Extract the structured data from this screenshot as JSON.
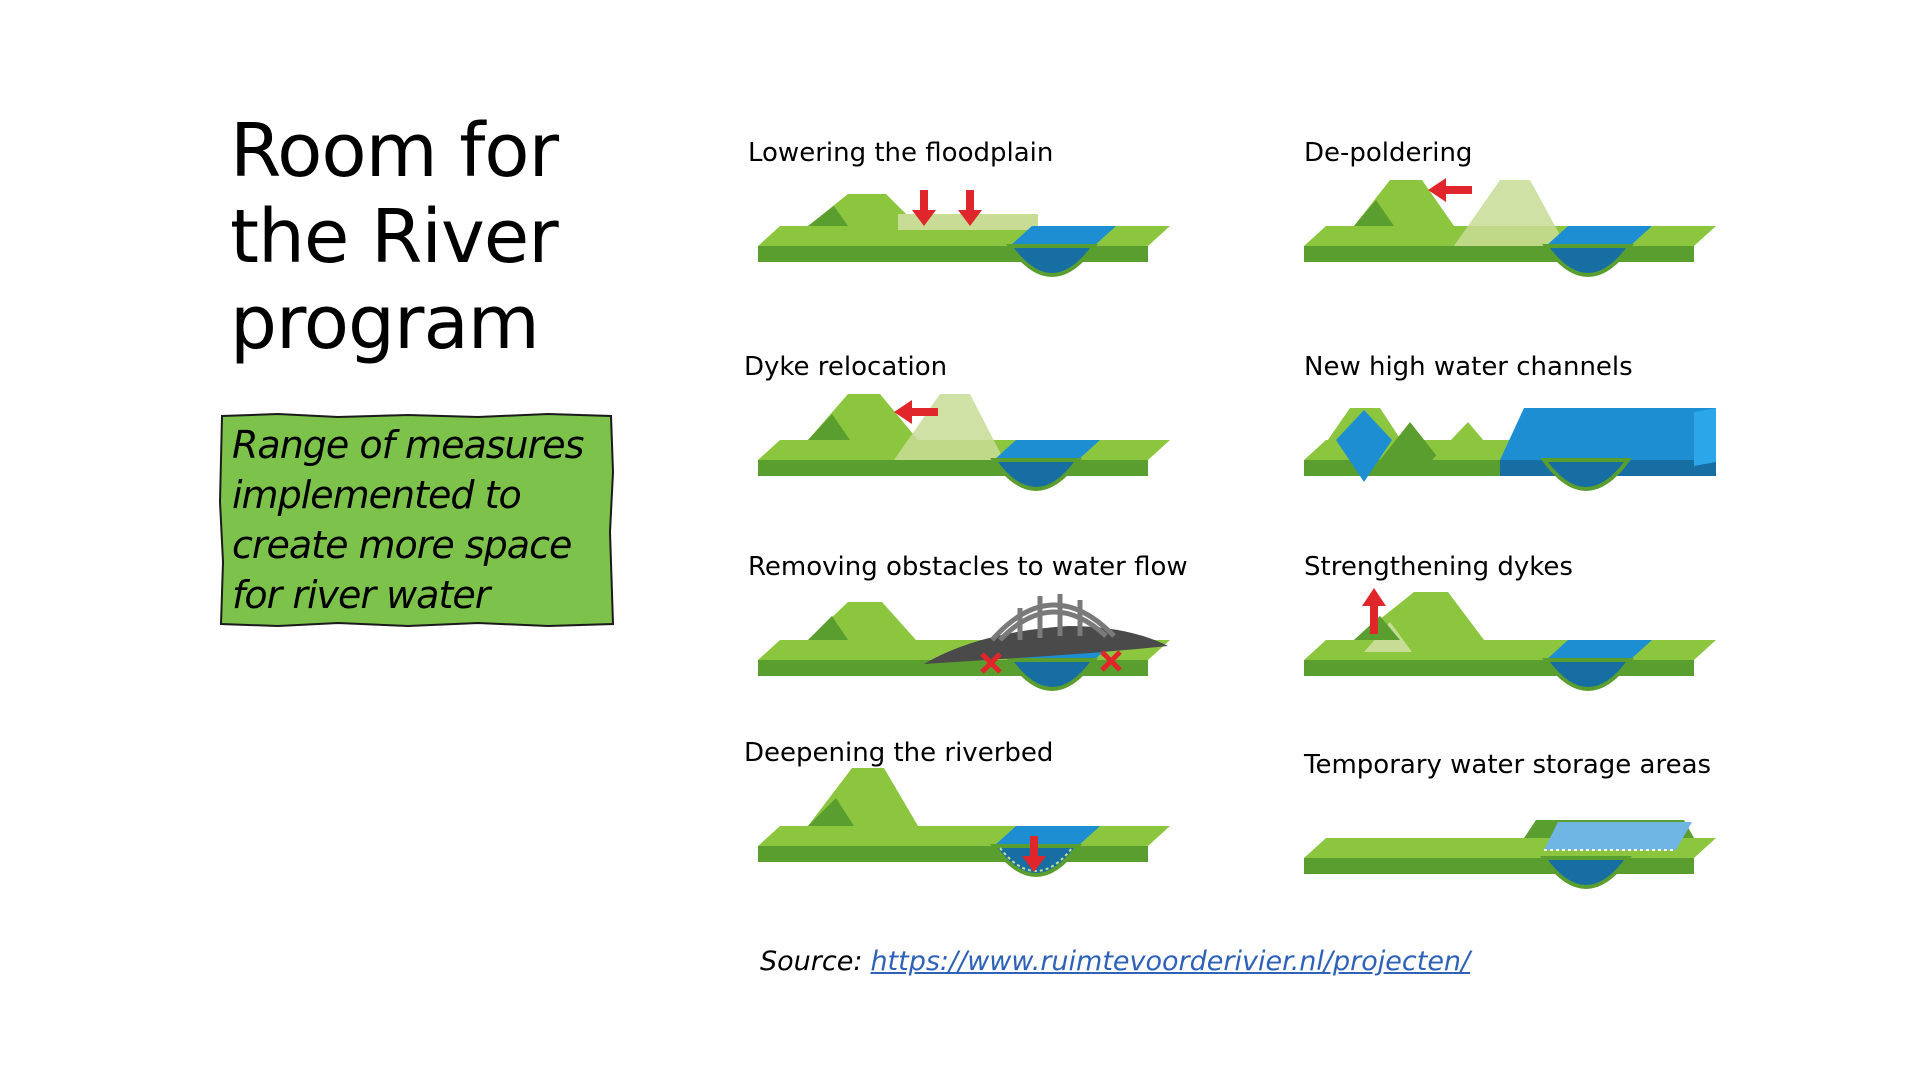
{
  "title": "Room for\nthe River\nprogram",
  "callout": {
    "text": "Range of measures\nimplemented to\ncreate more space\nfor river water",
    "fill": "#7dc24b",
    "border": "#1a1a1a"
  },
  "measures": [
    {
      "label": "Lowering the floodplain"
    },
    {
      "label": "De-poldering"
    },
    {
      "label": "Dyke relocation"
    },
    {
      "label": "New high water channels"
    },
    {
      "label": "Removing obstacles to water flow"
    },
    {
      "label": "Strengthening dykes"
    },
    {
      "label": "Deepening the riverbed"
    },
    {
      "label": "Temporary water storage areas"
    }
  ],
  "colors": {
    "grass_top": "#8cc63f",
    "grass_side": "#5a9e2f",
    "water": "#1d8ed1",
    "water_dark": "#166ea3",
    "arrow": "#e1262b",
    "ghost": "#c8dc96"
  },
  "source": {
    "label": "Source:",
    "url": "https://www.ruimtevoorderivier.nl/projecten/"
  }
}
